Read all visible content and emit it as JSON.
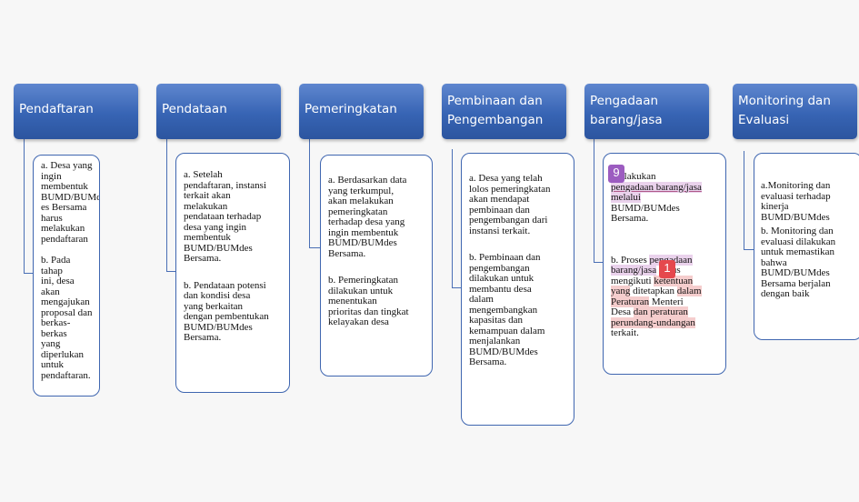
{
  "stages": [
    {
      "title_lines": [
        "Pendaftaran"
      ],
      "paragraphs": [
        [
          "a. Desa yang",
          "ingin",
          "membentuk",
          "BUMD/BUMd",
          "es Bersama",
          "harus",
          "melakukan",
          "pendaftaran"
        ],
        [
          "b. Pada tahap",
          "ini, desa akan",
          "mengajukan",
          "proposal dan",
          "berkas-berkas",
          "yang",
          "diperlukan",
          "untuk",
          "pendaftaran."
        ]
      ]
    },
    {
      "title_lines": [
        "Pendataan"
      ],
      "paragraphs": [
        [
          "a. Setelah",
          "pendaftaran, instansi",
          "terkait akan",
          "melakukan",
          "pendataan terhadap",
          "desa yang ingin",
          "membentuk",
          "BUMD/BUMdes",
          "Bersama."
        ],
        [
          "b. Pendataan potensi",
          "dan kondisi desa",
          "yang berkaitan",
          "dengan pembentukan",
          "BUMD/BUMdes",
          "Bersama."
        ]
      ]
    },
    {
      "title_lines": [
        "Pemeringkatan"
      ],
      "paragraphs": [
        [
          "a. Berdasarkan data",
          "yang terkumpul,",
          "akan melakukan",
          "pemeringkatan",
          "terhadap desa yang",
          "ingin membentuk",
          "BUMD/BUMdes",
          "Bersama."
        ],
        [
          "b. Pemeringkatan",
          "dilakukan untuk",
          "menentukan",
          "prioritas dan tingkat",
          "kelayakan desa"
        ]
      ]
    },
    {
      "title_lines": [
        "Pembinaan dan",
        "Pengembangan"
      ],
      "paragraphs": [
        [
          "a. Desa yang telah",
          "lolos pemeringkatan",
          "akan mendapat",
          "pembinaan dan",
          "pengembangan dari",
          "instansi terkait."
        ],
        [
          "b. Pembinaan dan",
          "pengembangan",
          "dilakukan untuk",
          "membantu desa",
          "dalam",
          "mengembangkan",
          "kapasitas dan",
          "kemampuan dalam",
          "menjalankan",
          "BUMD/BUMdes",
          "Bersama."
        ]
      ]
    },
    {
      "title_lines": [
        "Pengadaan",
        "barang/jasa"
      ],
      "para_a": {
        "l1": "Melakukan",
        "l2": "pengadaan barang/jasa",
        "l3": "melalui",
        "l4": "BUMD/BUMdes",
        "l5": "Bersama."
      },
      "para_b": {
        "l1a": "b. Proses ",
        "l1b": "pengadaan",
        "l2a": "barang/jasa",
        "l2b": " harus",
        "l3a": "mengikuti ",
        "l3b": "ketentuan",
        "l4a": "yang",
        "l4b": " ditetapkan ",
        "l4c": "dalam",
        "l5a": "Peraturan",
        "l5b": " Menteri",
        "l6a": "Desa ",
        "l6b": "dan peraturan",
        "l7a": "perundang-undangan",
        "l8": "terkait."
      },
      "badges": [
        "9",
        "1"
      ]
    },
    {
      "title_lines": [
        "Monitoring dan",
        "Evaluasi"
      ],
      "paragraphs": [
        [
          "a.Monitoring dan",
          "evaluasi terhadap",
          "kinerja",
          "BUMD/BUMdes"
        ],
        [
          "b. Monitoring dan",
          "evaluasi dilakukan",
          "untuk memastikan",
          "bahwa",
          "BUMD/BUMdes",
          "Bersama berjalan",
          "dengan baik"
        ]
      ]
    }
  ],
  "colors": {
    "header_gradient_top": "#5f87cf",
    "header_gradient_bottom": "#2c559f",
    "card_border": "#3f66b0",
    "highlight_purple": "#ead2ec",
    "highlight_red": "#f5cdcd",
    "badge_purple": "#9c5cc0",
    "badge_red": "#e5484d"
  }
}
